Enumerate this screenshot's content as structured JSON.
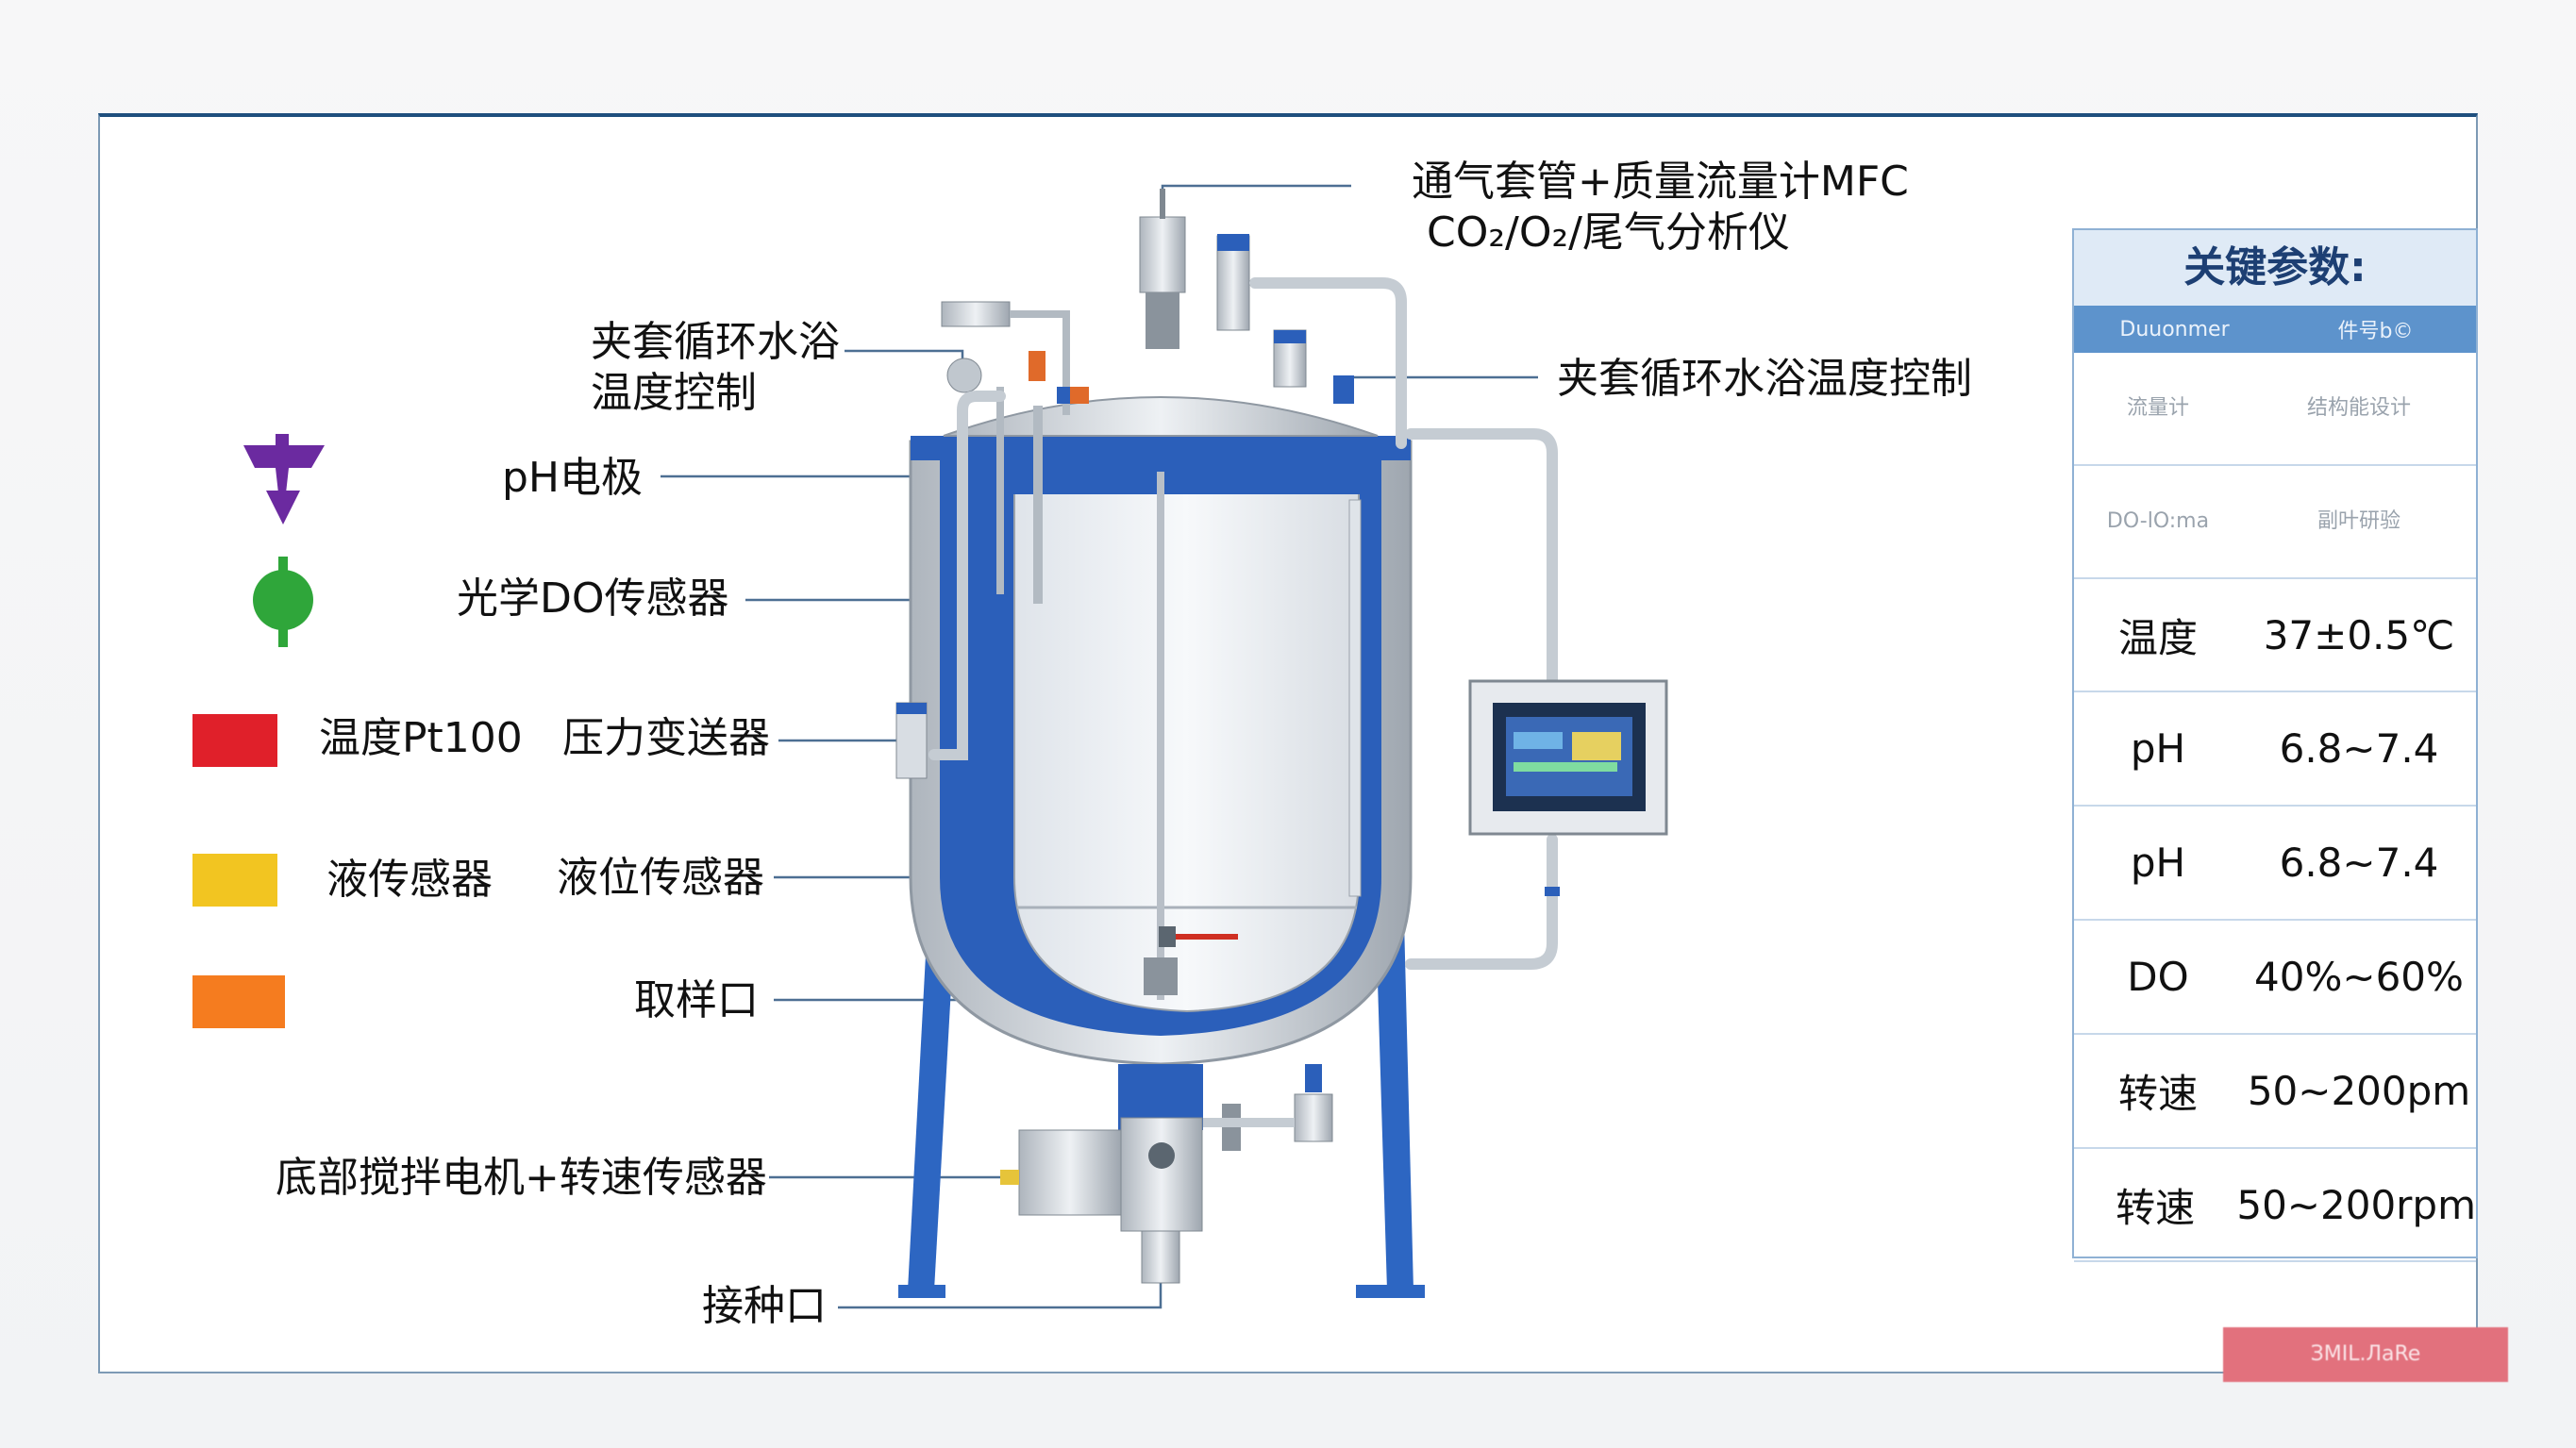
{
  "labels": {
    "gas": "通气套管+质量流量计MFC",
    "gas_sub": "CO₂/O₂/尾气分析仪",
    "jacket_left": "夹套循环水浴",
    "jacket_left_2": "温度控制",
    "jacket_right": "夹套循环水浴温度控制",
    "ph": "pH电极",
    "do": "光学DO传感器",
    "pressure": "压力变送器",
    "level": "液位传感器",
    "sample": "取样口",
    "motor": "底部搅拌电机+转速传感器",
    "inoculate": "接种口"
  },
  "legend": [
    {
      "text": "温度Pt100",
      "color": "#e0202a"
    },
    {
      "text": "液传感器",
      "color": "#f2c521"
    },
    {
      "text": "",
      "color": "#f57c1f"
    }
  ],
  "legend_icons": {
    "ph": "purple-probe-icon",
    "do": "green-probe-icon",
    "ph_color": "#6b2aa0",
    "do_color": "#2fa63a"
  },
  "params": {
    "title": "关键参数:",
    "header": [
      "Duuonmer",
      "件号b©"
    ],
    "faint_rows": [
      {
        "k": "流量计",
        "v": "结构能设计"
      },
      {
        "k": "DO-lO:ma",
        "v": "副叶研验"
      }
    ],
    "rows": [
      {
        "k": "温度",
        "v": "37±0.5℃"
      },
      {
        "k": "pH",
        "v": "6.8~7.4"
      },
      {
        "k": "pH",
        "v": "6.8~7.4"
      },
      {
        "k": "DO",
        "v": "40%~60%"
      },
      {
        "k": "转速",
        "v": "50~200pm"
      },
      {
        "k": "转速",
        "v": "50~200rpm"
      }
    ]
  },
  "badge": "ЗMIL.ЛaRe",
  "colors": {
    "accent_blue": "#2a5fb5",
    "frame": "#1f4f7e",
    "steel": "#c9ced4"
  }
}
